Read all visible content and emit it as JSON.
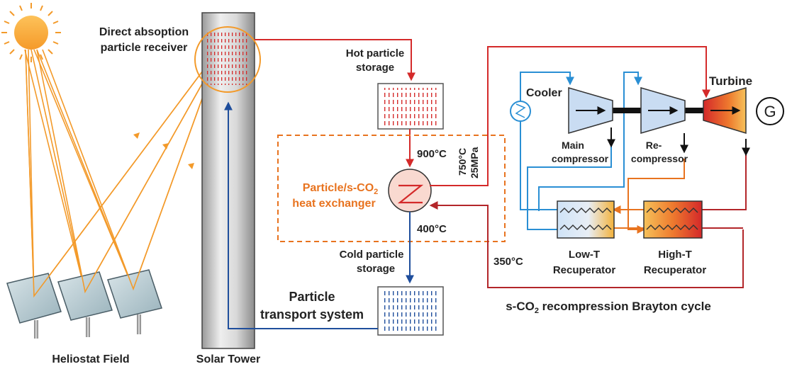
{
  "labels": {
    "receiver_line1": "Direct absoption",
    "receiver_line2": "particle receiver",
    "hot_storage_line1": "Hot particle",
    "hot_storage_line2": "storage",
    "cold_storage_line1": "Cold particle",
    "cold_storage_line2": "storage",
    "transport_line1": "Particle",
    "transport_line2": "transport system",
    "hx_line1": "Particle/s-CO",
    "hx_line1_sub": "2",
    "hx_line2": "heat exchanger",
    "temp_900": "900°C",
    "temp_400": "400°C",
    "temp_350": "350°C",
    "temp_750": "750°C",
    "pressure_25": "25MPa",
    "cooler": "Cooler",
    "turbine": "Turbine",
    "generator": "G",
    "main_comp_line1": "Main",
    "main_comp_line2": "compressor",
    "recomp_line1": "Re-",
    "recomp_line2": "compressor",
    "lowt_line1": "Low-T",
    "lowt_line2": "Recuperator",
    "hight_line1": "High-T",
    "hight_line2": "Recuperator",
    "cycle_title_a": "s-CO",
    "cycle_title_sub": "2",
    "cycle_title_b": " recompression Brayton cycle",
    "heliostat_field": "Heliostat Field",
    "solar_tower": "Solar Tower"
  },
  "colors": {
    "hot": "#d42a2a",
    "cold": "#1f4e9c",
    "orange": "#f39a2a",
    "orange_dark": "#e8731f",
    "blue_light": "#2a8fd4",
    "dark_red": "#b3262a"
  }
}
